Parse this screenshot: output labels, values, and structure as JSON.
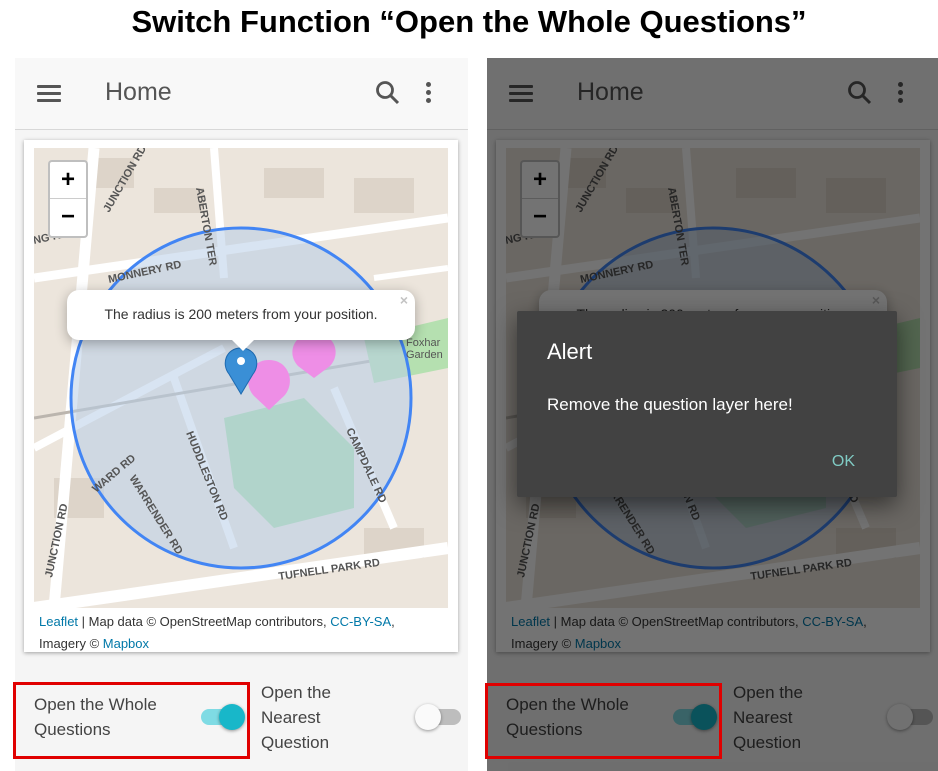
{
  "slide_title": "Switch Function “Open the Whole Questions”",
  "app": {
    "title": "Home",
    "icons": {
      "menu": "hamburger-menu-icon",
      "search": "search-icon",
      "more": "vertical-dots-icon"
    }
  },
  "map": {
    "zoom_in": "+",
    "zoom_out": "−",
    "popup_text": "The radius is 200 meters from your position.",
    "popup_close": "×",
    "street_labels": [
      "JUNCTION RD",
      "ABERTON TER",
      "MONNERY RD",
      "HUDDLESTON RD",
      "WARD RD",
      "WARRENDER RD",
      "CAMPDALE RD",
      "TUFNELL PARK RD",
      "JUNCTION RD",
      "NG RD",
      "Foxhar",
      "Garden"
    ],
    "attribution": {
      "leaflet": "Leaflet",
      "text1": " | Map data © OpenStreetMap contributors, ",
      "license": "CC-BY-SA",
      "text2": ",",
      "imagery": "Imagery © ",
      "mapbox": "Mapbox"
    },
    "colors": {
      "circle": "#4285f4",
      "circle_fill": "#b8cde8",
      "marker_blue": "#3a8fd6",
      "marker_pink": "#ee8ee6",
      "park": "#a8dba8"
    }
  },
  "toggles": {
    "whole": {
      "label": "Open the Whole Questions",
      "state": "on"
    },
    "nearest": {
      "label": "Open the Nearest Question",
      "state": "off"
    }
  },
  "alert": {
    "title": "Alert",
    "message": "Remove the question layer here!",
    "ok": "OK"
  },
  "highlight_color": "#e00000"
}
